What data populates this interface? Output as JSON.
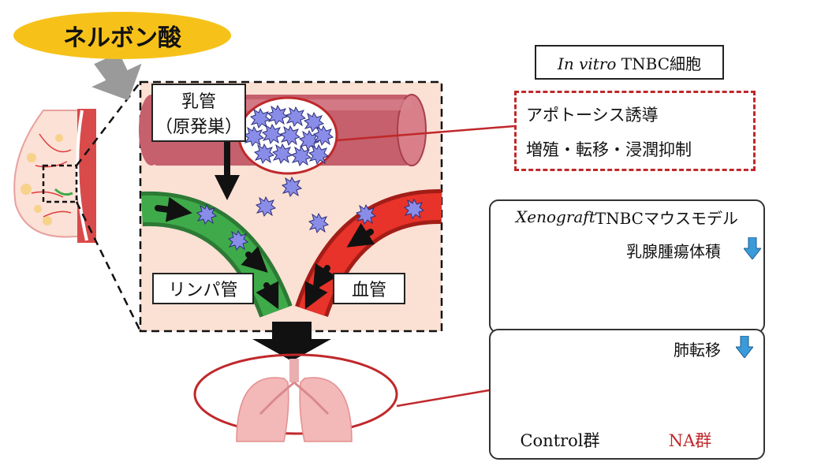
{
  "compound_label": "ネルボン酸",
  "duct_label_line1": "乳管",
  "duct_label_line2": "（原発巣）",
  "lymph_label": "リンパ管",
  "blood_label": "血管",
  "invitro_title_italic": "In vitro",
  "invitro_title_rest": " TNBC細胞",
  "invitro_effect1": "アポトーシス誘導",
  "invitro_effect2": "増殖・転移・浸潤抑制",
  "xeno_title_italic": "Xenograft",
  "xeno_title_rest": " TNBCマウスモデル",
  "tumor_volume_label": "乳腺腫瘍体積",
  "lung_meta_label": "肺転移",
  "control_label": "Control群",
  "na_label": "NA群",
  "colors": {
    "compound_bg": "#f6c21a",
    "panel_bg": "#fbe0d4",
    "vessel": "#c5606c",
    "lymph": "#3faa4a",
    "blood": "#e8332a",
    "cell": "#8a8de8",
    "red_accent": "#c0282b",
    "down_arrow": "#3b9ad9"
  }
}
